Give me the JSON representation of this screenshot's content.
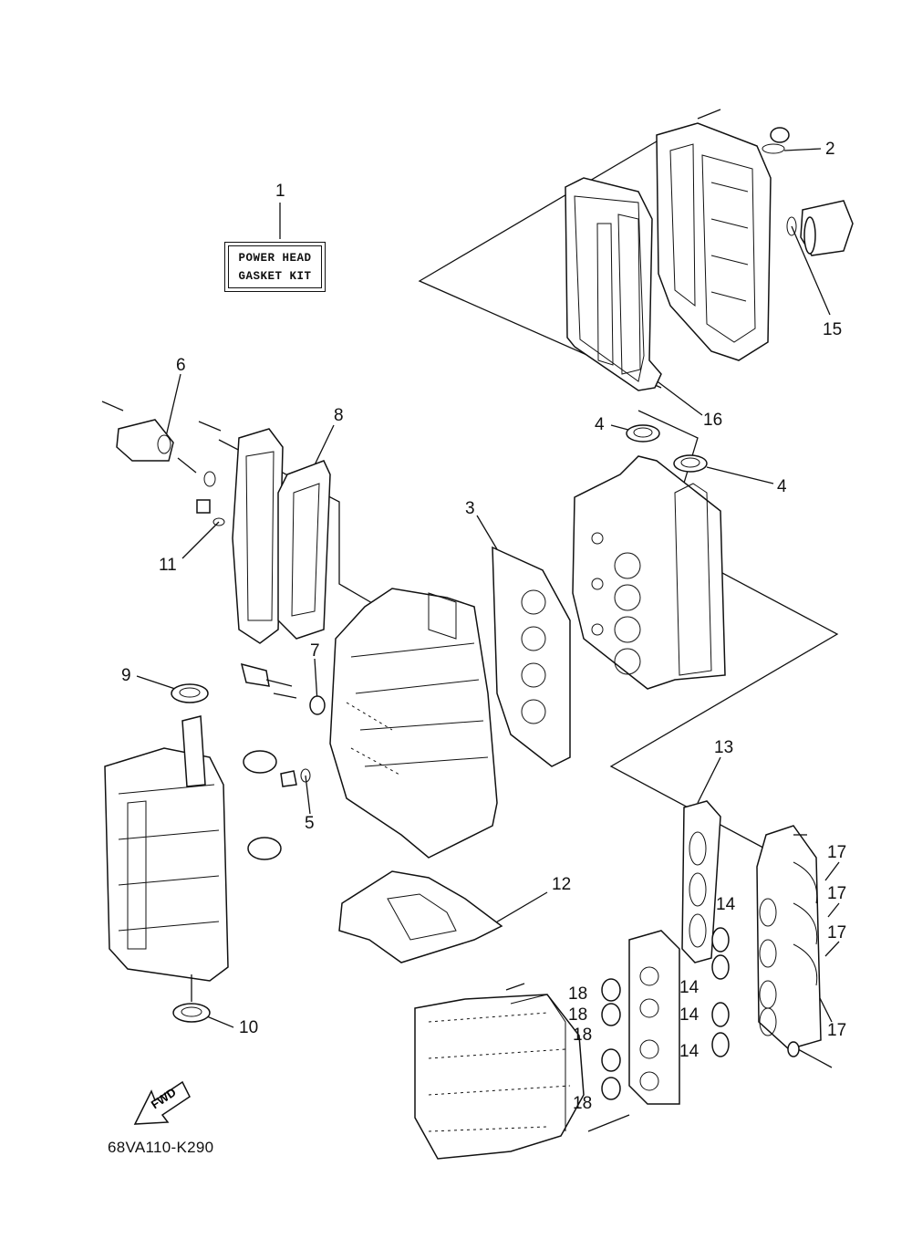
{
  "kit": {
    "line1": "POWER HEAD",
    "line2": "GASKET KIT"
  },
  "callouts": {
    "c1": "1",
    "c2": "2",
    "c3": "3",
    "c4a": "4",
    "c4b": "4",
    "c5": "5",
    "c6": "6",
    "c7": "7",
    "c8": "8",
    "c9": "9",
    "c10": "10",
    "c11": "11",
    "c12": "12",
    "c13": "13",
    "c14a": "14",
    "c14b": "14",
    "c14c": "14",
    "c14d": "14",
    "c15": "15",
    "c16": "16",
    "c17a": "17",
    "c17b": "17",
    "c17c": "17",
    "c17d": "17",
    "c18a": "18",
    "c18b": "18",
    "c18c": "18",
    "c18d": "18"
  },
  "fwd": "FWD",
  "drawing_code": "68VA110-K290",
  "colors": {
    "line": "#111111",
    "background": "#ffffff"
  }
}
